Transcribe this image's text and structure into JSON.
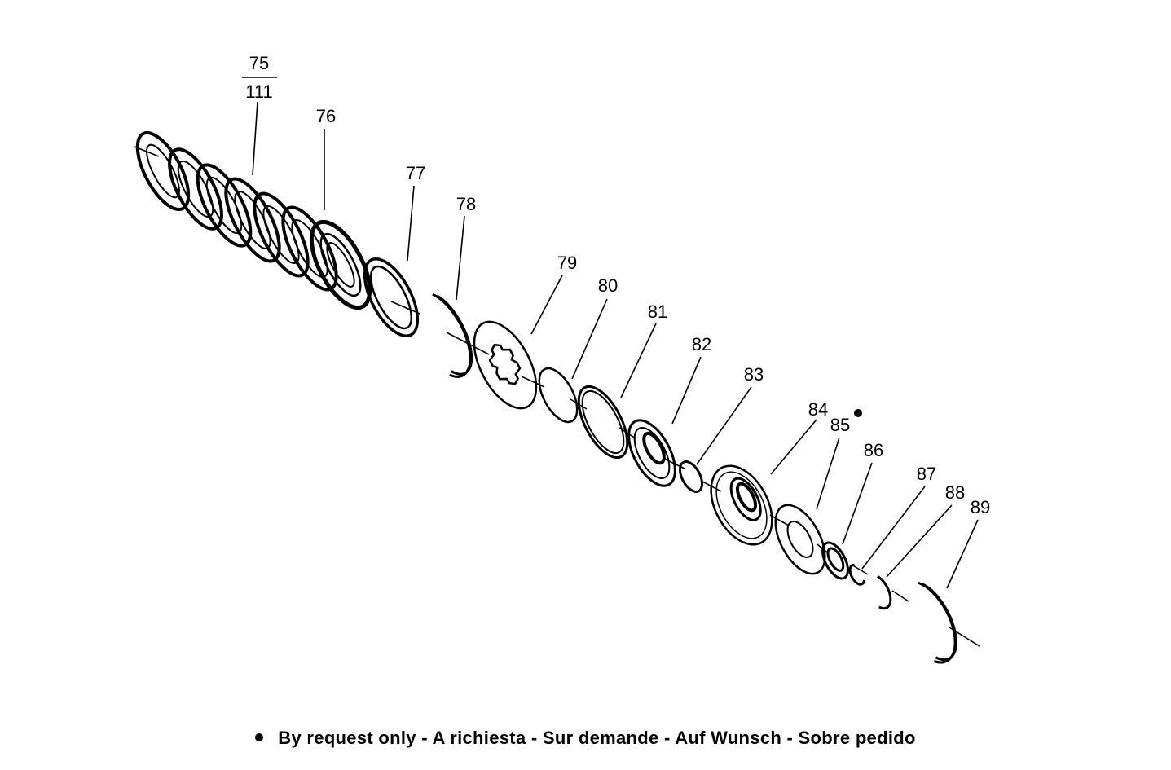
{
  "colors": {
    "ink": "#000000",
    "paper": "#ffffff"
  },
  "labels": {
    "l75": "75",
    "l111": "111",
    "l76": "76",
    "l77": "77",
    "l78": "78",
    "l79": "79",
    "l80": "80",
    "l81": "81",
    "l82": "82",
    "l83": "83",
    "l84": "84",
    "l85": "85",
    "l86": "86",
    "l87": "87",
    "l88": "88",
    "l89": "89"
  },
  "markers": {
    "request_only_part": "84"
  },
  "footnote": {
    "bullet_icon": "bullet-icon",
    "text": "By request only - A richiesta - Sur demande - Auf Wunsch - Sobre pedido"
  }
}
